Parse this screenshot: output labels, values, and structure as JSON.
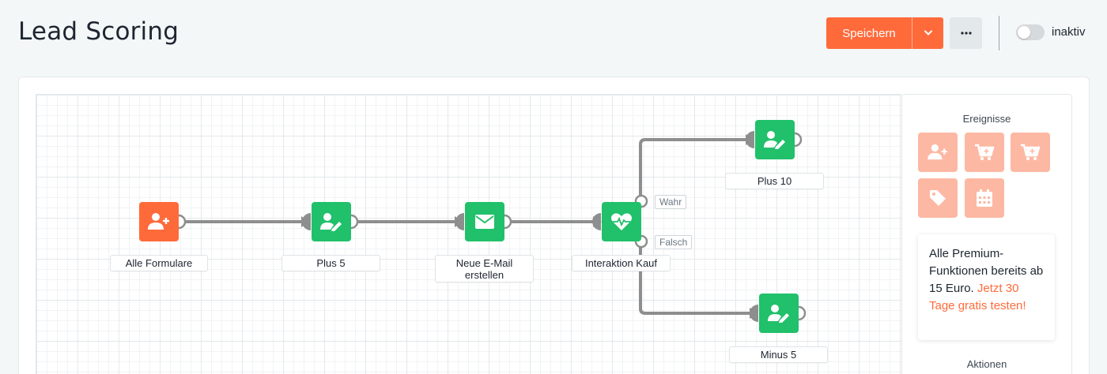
{
  "header": {
    "title": "Lead Scoring",
    "save_label": "Speichern",
    "status_label": "inaktiv"
  },
  "colors": {
    "accent": "#ff6a3a",
    "node_green": "#21c06b",
    "event_tile": "#fdb8a3"
  },
  "flow": {
    "nodes": [
      {
        "label": "Alle Formulare",
        "icon": "user-plus-icon",
        "color": "orange"
      },
      {
        "label": "Plus 5",
        "icon": "user-edit-icon",
        "color": "green"
      },
      {
        "label": "Neue E-Mail erstellen",
        "icon": "envelope-icon",
        "color": "green"
      },
      {
        "label": "Interaktion Kauf",
        "icon": "heartbeat-icon",
        "color": "green"
      },
      {
        "label": "Plus 10",
        "icon": "user-edit-icon",
        "color": "green"
      },
      {
        "label": "Minus 5",
        "icon": "user-edit-icon",
        "color": "green"
      }
    ],
    "branches": {
      "true_label": "Wahr",
      "false_label": "Falsch"
    }
  },
  "sidebar": {
    "events_title": "Ereignisse",
    "events": [
      "user-plus-icon",
      "cart-plus-icon",
      "cart-minus-icon",
      "tag-icon",
      "calendar-icon"
    ],
    "promo_text": "Alle Premium-Funktionen bereits ab 15 Euro.",
    "promo_link": "Jetzt 30 Tage gratis testen!",
    "actions_title": "Aktionen"
  }
}
